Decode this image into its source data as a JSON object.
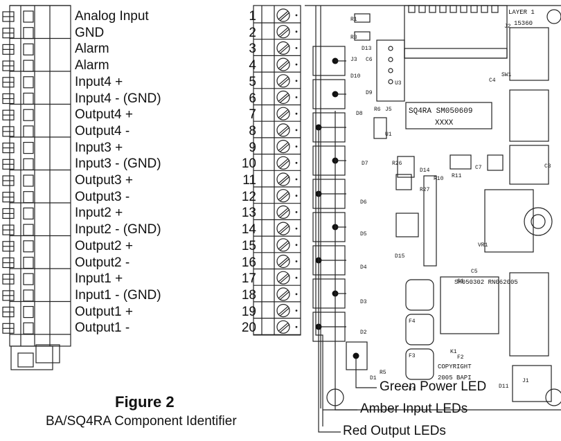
{
  "terminal_labels": [
    "Analog Input",
    "GND",
    "Alarm",
    "Alarm",
    "Input4 +",
    "Input4 - (GND)",
    "Output4 +",
    "Output4 -",
    "Input3 +",
    "Input3 - (GND)",
    "Output3 +",
    "Output3 -",
    "Input2 +",
    "Input2 - (GND)",
    "Output2 +",
    "Output2 -",
    "Input1 +",
    "Input1 - (GND)",
    "Output1 +",
    "Output1 -"
  ],
  "terminal_numbers": [
    "1",
    "2",
    "3",
    "4",
    "5",
    "6",
    "7",
    "8",
    "9",
    "10",
    "11",
    "12",
    "13",
    "14",
    "15",
    "16",
    "17",
    "18",
    "19",
    "20"
  ],
  "callouts": {
    "green": "Green Power LED",
    "amber": "Amber Input LEDs",
    "red": "Red Output LEDs"
  },
  "figure": {
    "title": "Figure 2",
    "subtitle": "BA/SQ4RA Component Identifier"
  },
  "pcb_text": {
    "part_label_line1": "SQ4RA SM050609",
    "part_label_line2": "XXXX",
    "layer": "LAYER 1",
    "board_num": "15360",
    "rev": "SM050302 RN062005",
    "copyright": "COPYRIGHT",
    "copyright_year": "2005 BAPI",
    "refs": [
      "R1",
      "R3",
      "D13",
      "J3",
      "C6",
      "D10",
      "D9",
      "U3",
      "SW1",
      "C4",
      "J2",
      "U1",
      "J5",
      "D8",
      "R6",
      "D7",
      "R26",
      "D14",
      "R10",
      "R11",
      "C7",
      "C3",
      "D6",
      "R27",
      "D5",
      "D15",
      "VR1",
      "D4",
      "C5",
      "C1",
      "D3",
      "F4",
      "K1",
      "D2",
      "F3",
      "F2",
      "D1",
      "R5",
      "F1",
      "D11",
      "J1"
    ]
  }
}
